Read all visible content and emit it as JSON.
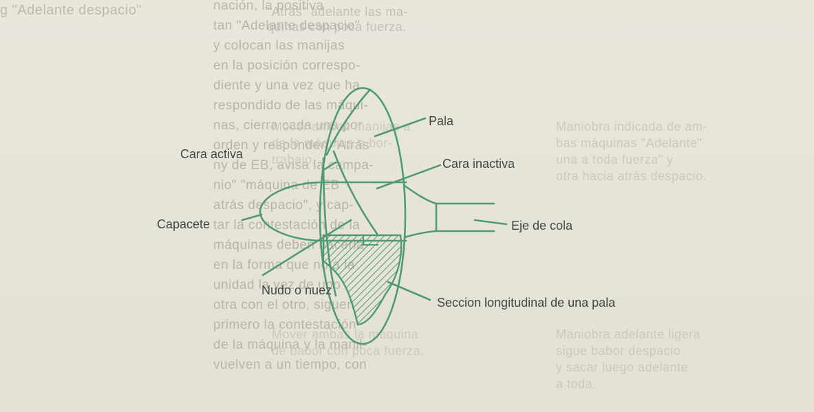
{
  "background_text": {
    "left_column": [
      "nación, la positiva",
      "tan \"Adelante despacio\"",
      "y colocan las manijas",
      "en la posición correspo-",
      "diente y una vez que ha",
      "respondido de las máqui-",
      "nas, cierra cada una por",
      "orden y responden \"Atrás",
      "ny de EB, avisa la campa-",
      "nio\" \"máquina de EB",
      "atrás despacio\", y cap-",
      "tar la contestación de la",
      "máquinas deben hacerla",
      "en la forma que no a la",
      "unidad la vez de uno",
      "otra con el otro, siguen",
      "primero la contestación",
      "de la máquina y la manil-",
      "vuelven a un tiempo, con"
    ],
    "top_fragment_left": "g \"Adelante despacio\"",
    "top_fragment_right": [
      "\"Atrás\" adelante las ma-",
      "quinas con poca fuerza."
    ],
    "mid_left": [
      "Mover ambas manijas a",
      "de la máquina a bor-",
      "trabajo."
    ],
    "mid_right": [
      "Maniobra indicada de am-",
      "bas máquinas \"Adelante\"",
      "una a toda fuerza\" y",
      "otra hacia atrás despacio."
    ],
    "low_left": [
      "Mover ambas la máquina",
      "de babor con poca fuerza."
    ],
    "low_right": [
      "Maniobra adelante ligera",
      "sigue babor despacio",
      "y sacar luego adelante",
      "a toda."
    ]
  },
  "diagram": {
    "labels": {
      "pala": "Pala",
      "cara_activa": "Cara activa",
      "cara_inactiva": "Cara inactiva",
      "capacete": "Capacete",
      "eje_de_cola": "Eje de cola",
      "nudo_o_nuez": "Nudo o nuez",
      "seccion": "Seccion longitudinal de una pala"
    },
    "colors": {
      "line": "#4f9a73",
      "label": "#3d4a3e",
      "paper": "#e6e4d8"
    }
  }
}
